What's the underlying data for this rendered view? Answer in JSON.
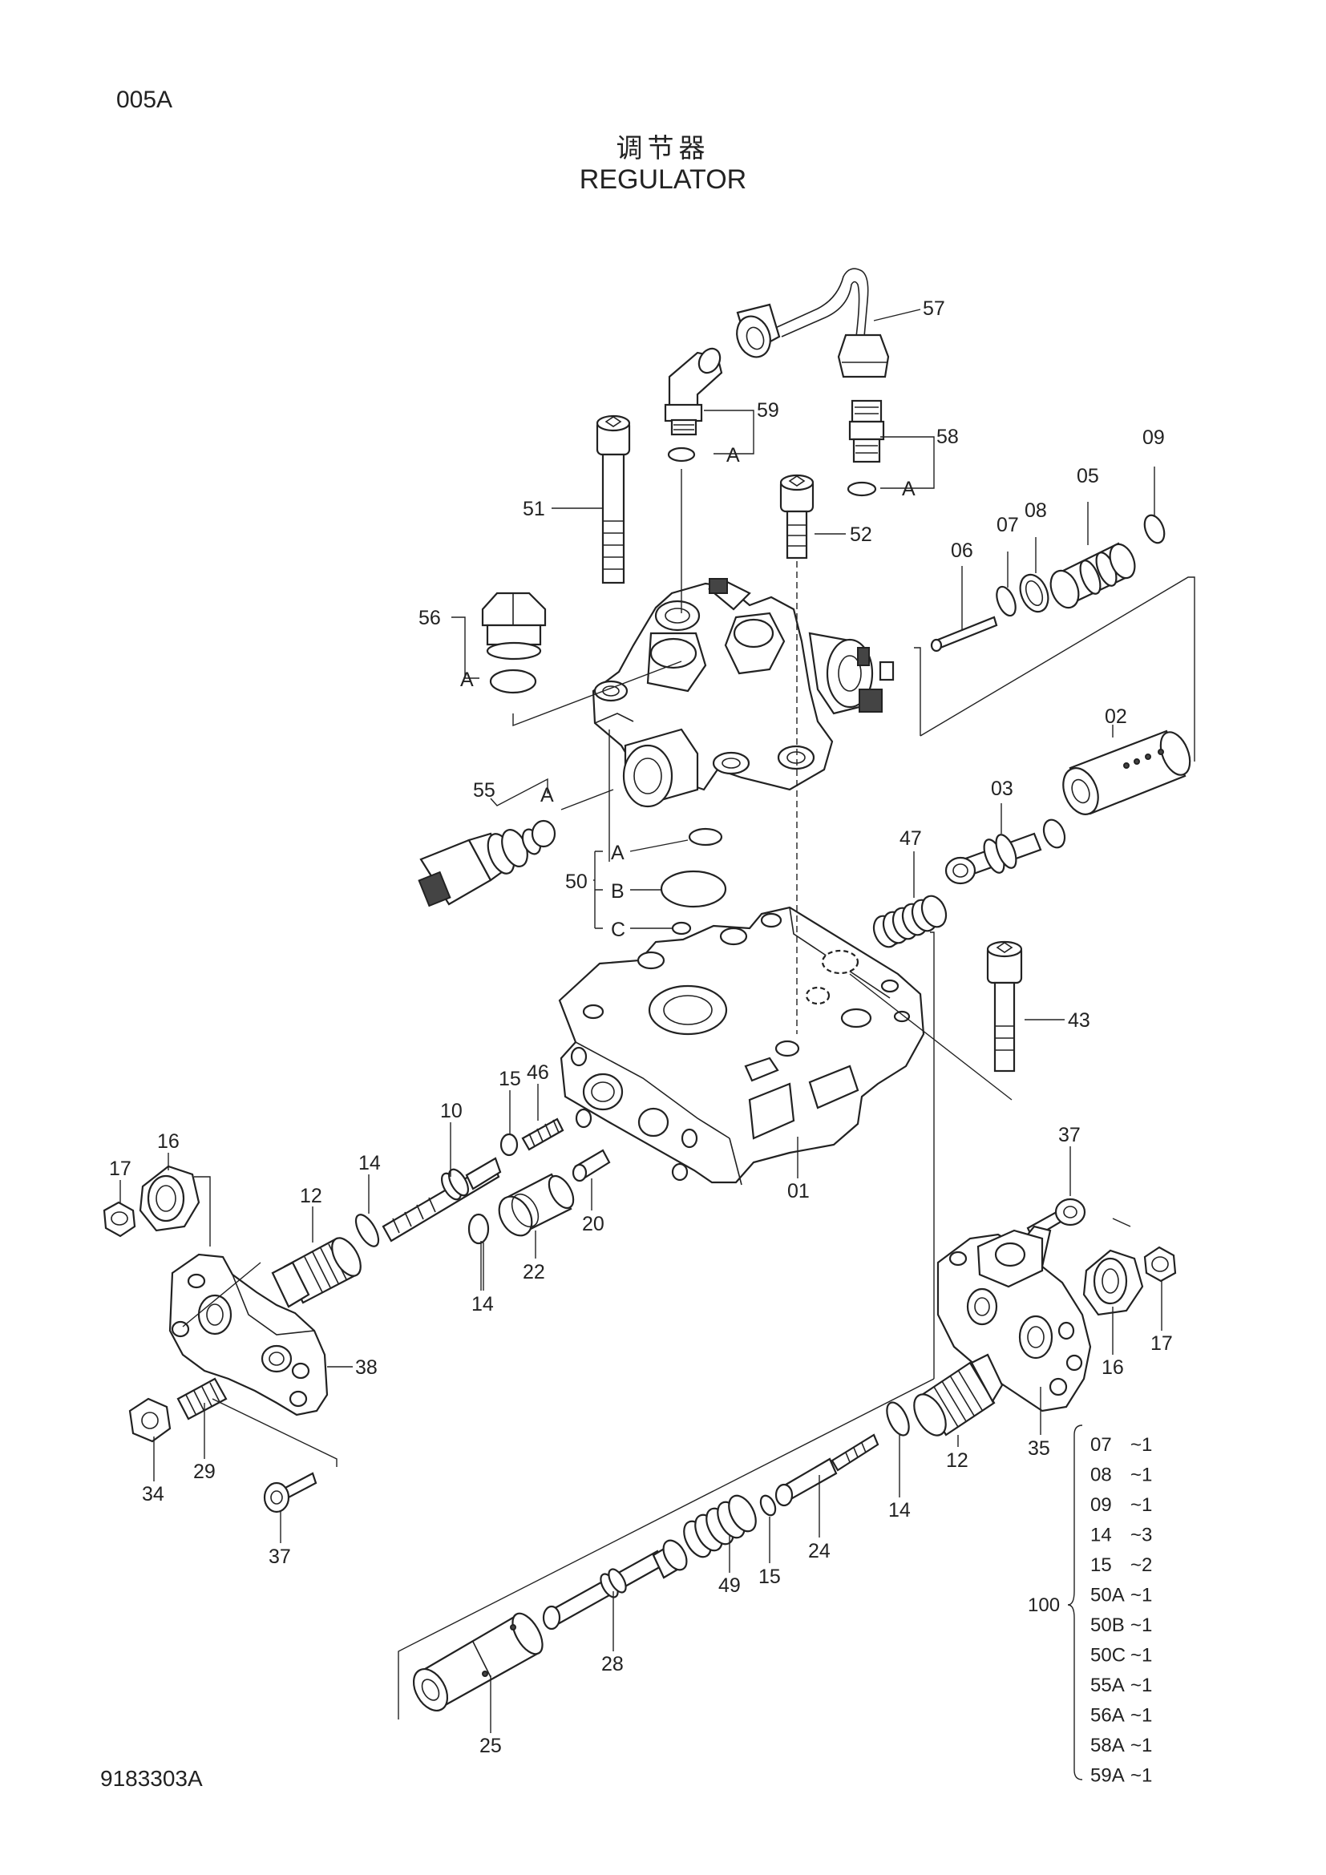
{
  "page_code": "005A",
  "title_cn": "调节器",
  "title_en": "REGULATOR",
  "drawing_number": "9183303A",
  "callouts": [
    {
      "id": "57",
      "text": "57"
    },
    {
      "id": "59",
      "text": "59"
    },
    {
      "id": "59-a",
      "text": "A"
    },
    {
      "id": "58",
      "text": "58"
    },
    {
      "id": "58-a",
      "text": "A"
    },
    {
      "id": "09",
      "text": "09"
    },
    {
      "id": "51",
      "text": "51"
    },
    {
      "id": "52",
      "text": "52"
    },
    {
      "id": "05",
      "text": "05"
    },
    {
      "id": "08",
      "text": "08"
    },
    {
      "id": "07",
      "text": "07"
    },
    {
      "id": "06",
      "text": "06"
    },
    {
      "id": "56",
      "text": "56"
    },
    {
      "id": "56-a",
      "text": "A"
    },
    {
      "id": "02",
      "text": "02"
    },
    {
      "id": "55",
      "text": "55"
    },
    {
      "id": "55-a",
      "text": "A"
    },
    {
      "id": "03",
      "text": "03"
    },
    {
      "id": "47",
      "text": "47"
    },
    {
      "id": "50",
      "text": "50"
    },
    {
      "id": "50-a",
      "text": "A"
    },
    {
      "id": "50-b",
      "text": "B"
    },
    {
      "id": "50-c",
      "text": "C"
    },
    {
      "id": "43",
      "text": "43"
    },
    {
      "id": "16-left",
      "text": "16"
    },
    {
      "id": "17-left",
      "text": "17"
    },
    {
      "id": "15-top",
      "text": "15"
    },
    {
      "id": "46",
      "text": "46"
    },
    {
      "id": "10",
      "text": "10"
    },
    {
      "id": "12-left",
      "text": "12"
    },
    {
      "id": "14-top",
      "text": "14"
    },
    {
      "id": "14-mid",
      "text": "14"
    },
    {
      "id": "22",
      "text": "22"
    },
    {
      "id": "20",
      "text": "20"
    },
    {
      "id": "01",
      "text": "01"
    },
    {
      "id": "37-right",
      "text": "37"
    },
    {
      "id": "38",
      "text": "38"
    },
    {
      "id": "17-right",
      "text": "17"
    },
    {
      "id": "16-right",
      "text": "16"
    },
    {
      "id": "35",
      "text": "35"
    },
    {
      "id": "12-right",
      "text": "12"
    },
    {
      "id": "14-bottom",
      "text": "14"
    },
    {
      "id": "24",
      "text": "24"
    },
    {
      "id": "15-bottom",
      "text": "15"
    },
    {
      "id": "49",
      "text": "49"
    },
    {
      "id": "28",
      "text": "28"
    },
    {
      "id": "25",
      "text": "25"
    },
    {
      "id": "29",
      "text": "29"
    },
    {
      "id": "34",
      "text": "34"
    },
    {
      "id": "37-left",
      "text": "37"
    }
  ],
  "kit": {
    "number": "100",
    "items": [
      {
        "part": "07",
        "qty": "~1"
      },
      {
        "part": "08",
        "qty": "~1"
      },
      {
        "part": "09",
        "qty": "~1"
      },
      {
        "part": "14",
        "qty": "~3"
      },
      {
        "part": "15",
        "qty": "~2"
      },
      {
        "part": "50A",
        "qty": "~1"
      },
      {
        "part": "50B",
        "qty": "~1"
      },
      {
        "part": "50C",
        "qty": "~1"
      },
      {
        "part": "55A",
        "qty": "~1"
      },
      {
        "part": "56A",
        "qty": "~1"
      },
      {
        "part": "58A",
        "qty": "~1"
      },
      {
        "part": "59A",
        "qty": "~1"
      }
    ]
  }
}
